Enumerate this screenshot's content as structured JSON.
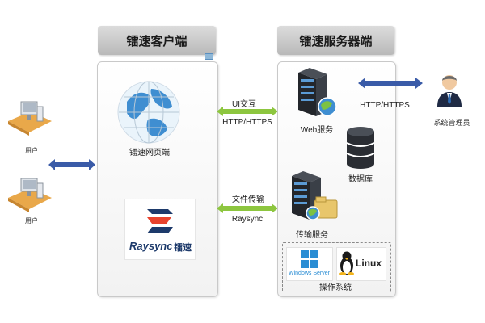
{
  "client": {
    "title": "镭速客户端",
    "web_label": "镭速网页端"
  },
  "server": {
    "title": "镭速服务器端",
    "web_service": "Web服务",
    "database": "数据库",
    "transfer_service": "传输服务",
    "os_label": "操作系统"
  },
  "users": [
    {
      "label": "用户"
    },
    {
      "label": "用户"
    }
  ],
  "admin": {
    "label": "系统管理员"
  },
  "connections": {
    "ui": {
      "top": "UI交互",
      "bottom": "HTTP/HTTPS"
    },
    "file": {
      "top": "文件传输",
      "bottom": "Raysync"
    },
    "admin": {
      "label": "HTTP/HTTPS"
    }
  },
  "raysync_logo": {
    "text": "Raysync",
    "cn": "镭速"
  },
  "os": {
    "windows": "Windows Server",
    "linux": "Linux"
  },
  "colors": {
    "arrow_green": "#8dc63f",
    "arrow_blue": "#3a5ba8",
    "panel_title": "#c4c4c4"
  }
}
